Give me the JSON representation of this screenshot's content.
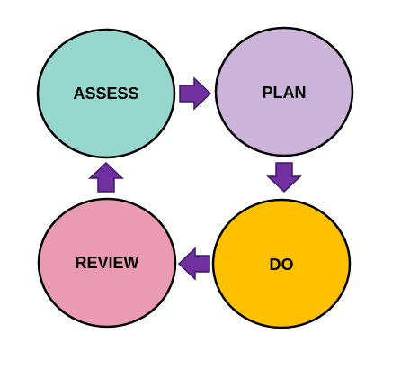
{
  "nodes": {
    "assess": {
      "label": "ASSESS",
      "color": "#96D6CC"
    },
    "plan": {
      "label": "PLAN",
      "color": "#CCB3D9"
    },
    "do": {
      "label": "DO",
      "color": "#FFC000"
    },
    "review": {
      "label": "REVIEW",
      "color": "#EA9AB2"
    }
  },
  "arrow_color": "#7030A0"
}
